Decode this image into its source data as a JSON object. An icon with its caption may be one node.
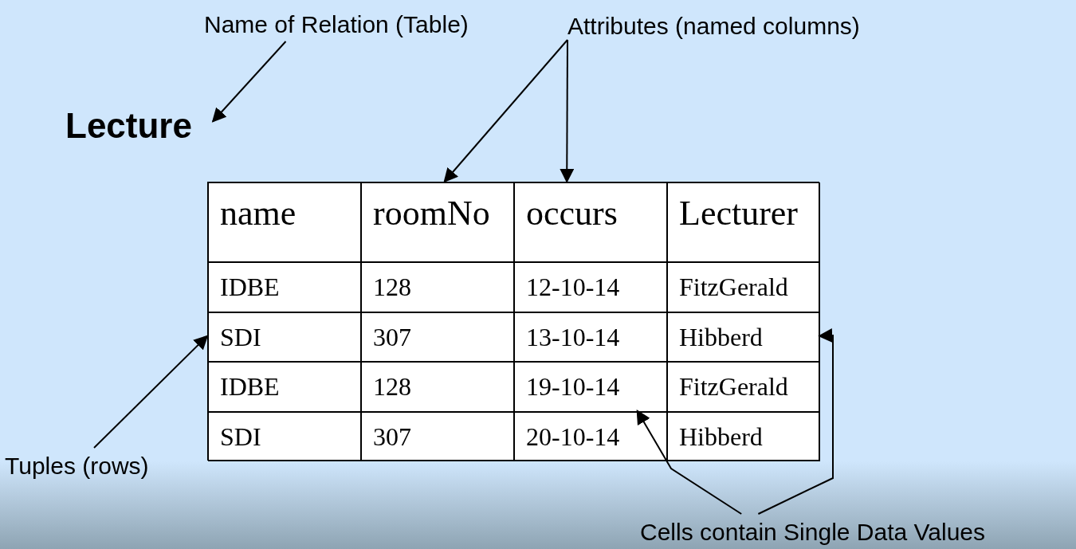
{
  "diagram": {
    "nodes": [
      {
        "text": [
          "Name of Relation (Table)"
        ]
      },
      {
        "text": [
          "Lecture"
        ]
      },
      {
        "text": [
          "Attributes (named columns)"
        ]
      },
      {
        "text": [],
        "shape": "box"
      },
      {
        "text": [
          "name"
        ],
        "in": 3
      },
      {
        "text": [
          "roomNo"
        ],
        "in": 3
      },
      {
        "text": [
          "occurs"
        ],
        "in": 3
      },
      {
        "text": [
          "Lecturer"
        ],
        "in": 3
      },
      {
        "text": [
          "IDBE"
        ],
        "in": 3
      },
      {
        "text": [
          "128"
        ],
        "in": 3
      },
      {
        "text": [
          "12-10-14"
        ],
        "in": 3
      },
      {
        "text": [
          "FitzGerald"
        ],
        "in": 3
      },
      {
        "text": [
          "SDI"
        ],
        "in": 3
      },
      {
        "text": [
          "307"
        ],
        "in": 3
      },
      {
        "text": [
          "13-10-14"
        ],
        "in": 3
      },
      {
        "text": [
          "Hibberd"
        ],
        "in": 3
      },
      {
        "text": [
          "IDBE"
        ],
        "in": 3
      },
      {
        "text": [
          "128"
        ],
        "in": 3
      },
      {
        "text": [
          "19-10-14"
        ],
        "in": 3
      },
      {
        "text": [
          "FitzGerald"
        ],
        "in": 3
      },
      {
        "text": [
          "SDI"
        ],
        "in": 3
      },
      {
        "text": [
          "307"
        ],
        "in": 3
      },
      {
        "text": [
          "20-10-14"
        ],
        "in": 3
      },
      {
        "text": [
          "Hibberd"
        ],
        "in": 3
      },
      {
        "text": [
          "Tuples (rows)"
        ]
      },
      {
        "text": [
          "Cells contain Single Data Values"
        ]
      }
    ],
    "edges": [
      {
        "from": 0,
        "to": 1,
        "arrow": "to"
      },
      {
        "from": 2,
        "to": 5,
        "arrow": "to"
      },
      {
        "from": 2,
        "to": 6,
        "arrow": "to"
      },
      {
        "from": 24,
        "to": 12,
        "arrow": "to"
      },
      {
        "from": 25,
        "to": 18,
        "arrow": "to"
      },
      {
        "from": 25,
        "to": 15,
        "arrow": "to"
      }
    ]
  }
}
